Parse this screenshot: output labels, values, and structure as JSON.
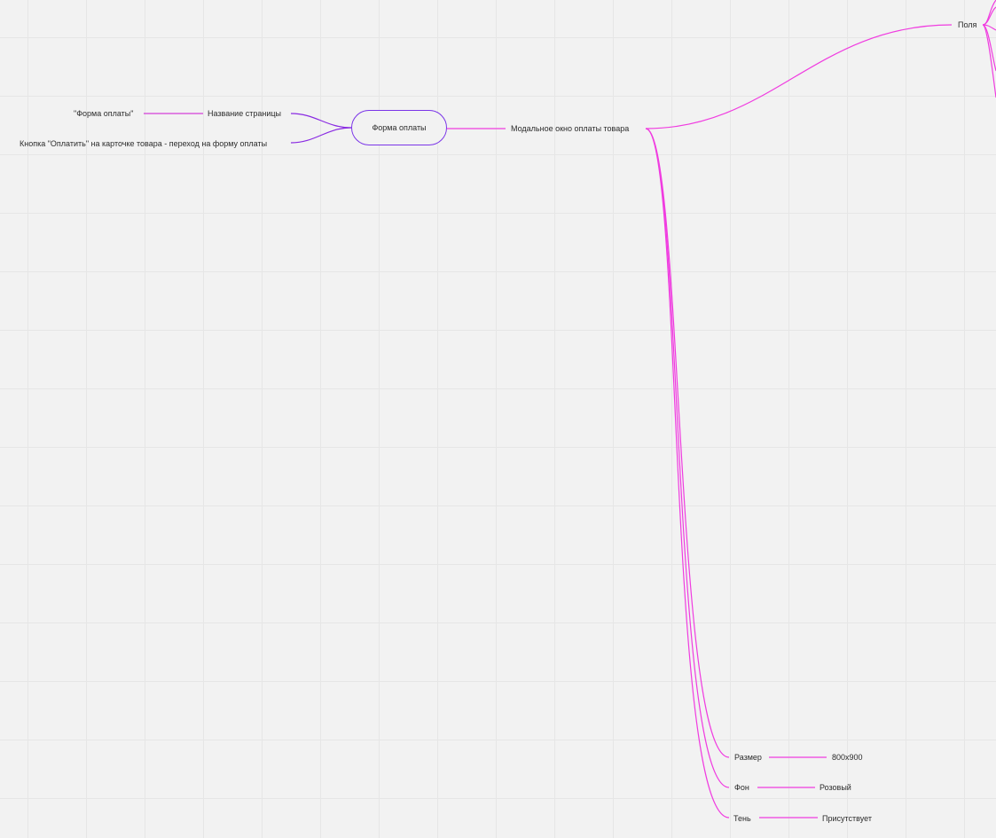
{
  "mindmap": {
    "root": {
      "label": "Форма оплаты",
      "color": "#7b35e8"
    },
    "left_branches": [
      {
        "label": "Название страницы",
        "child": "\"Форма оплаты\""
      },
      {
        "label": "Кнопка \"Оплатить\" на карточке товара - переход на форму оплаты"
      }
    ],
    "right_branch": {
      "label": "Модальное окно оплаты товара",
      "color": "#f03ce0",
      "children": [
        {
          "label": "Поля"
        },
        {
          "label": "Размер",
          "value": "800x900"
        },
        {
          "label": "Фон",
          "value": "Розовый"
        },
        {
          "label": "Тень",
          "value": "Присутствует"
        }
      ]
    }
  },
  "colors": {
    "background": "#f2f2f2",
    "grid": "#e6e6e6",
    "left_edges": "#8a2be2",
    "right_edges": "#f03ce0"
  }
}
